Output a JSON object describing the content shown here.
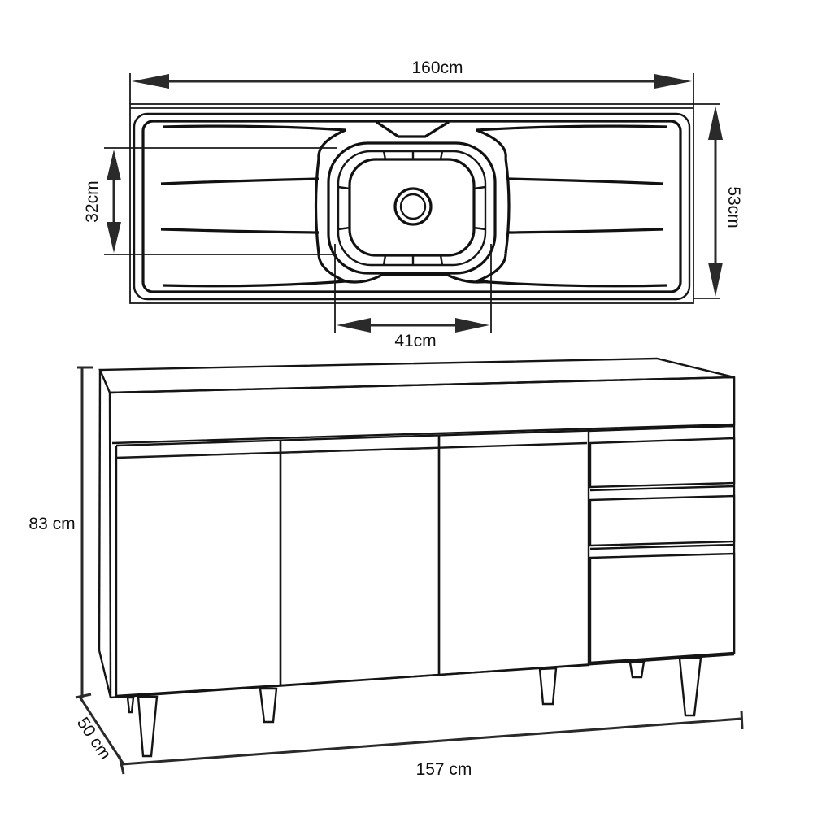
{
  "sink_top": {
    "width_label": "160cm",
    "depth_label": "53cm",
    "bowl_depth_label": "32cm",
    "bowl_width_label": "41cm"
  },
  "cabinet": {
    "height_label": "83 cm",
    "depth_label": "50 cm",
    "width_label": "157 cm",
    "doors": 3,
    "drawers": 3,
    "legs": 6
  },
  "colors": {
    "line": "#111111",
    "dimension": "#2a2a2a",
    "background": "#ffffff"
  }
}
